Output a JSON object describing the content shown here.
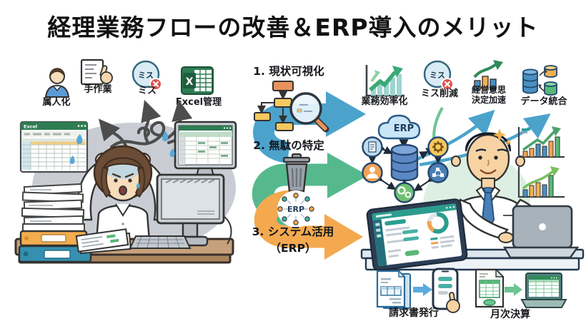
{
  "title": "経理業務フローの改善＆ERP導入のメリット",
  "colors": {
    "step_blue": "#4BA3CC",
    "step_green": "#55B98D",
    "step_orange": "#F4A94F",
    "excel_green": "#2E7D52",
    "error_red": "#E0524E",
    "dashboard_teal": "#2A9D8F"
  },
  "left_panel": {
    "excel_window_title": "Excel",
    "pain_points": [
      {
        "label": "属人化"
      },
      {
        "label": "手作業"
      },
      {
        "label": "ミス",
        "circle_text": "ミス"
      },
      {
        "label": "Excel管理",
        "icon_letter": "X"
      }
    ]
  },
  "steps": [
    {
      "label": "1. 現状可視化"
    },
    {
      "label": "2. 無駄の特定"
    },
    {
      "label": "3. システム活用",
      "label_line2": "（ERP）",
      "icon_text": "ERP"
    }
  ],
  "erp_hub": {
    "cloud_label": "ERP"
  },
  "right_panel": {
    "benefits": [
      {
        "label": "業務効率化"
      },
      {
        "label": "ミス削減",
        "circle_text": "ミス"
      },
      {
        "label": "経営意思",
        "label_line2": "決定加速"
      },
      {
        "label": "データ統合"
      }
    ],
    "outputs": [
      {
        "label": "請求書発行"
      },
      {
        "label": "月次決算"
      }
    ]
  }
}
